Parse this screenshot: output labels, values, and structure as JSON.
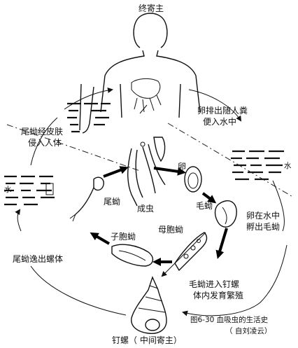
{
  "labels": {
    "definitive_host": "终寄主",
    "eggs_with_feces_1": "卵排出随人粪",
    "eggs_with_feces_2": "便入水中",
    "cercaria_penetrates_1": "尾蚴经皮肤",
    "cercaria_penetrates_2": "侵入人体",
    "egg": "卵",
    "adult": "成虫",
    "cercaria": "尾蚴",
    "miracidium": "毛蚴",
    "hatch_1": "卵在水中",
    "hatch_2": "孵出毛蚴",
    "daughter_sporocyst": "子胞蚴",
    "mother_sporocyst": "母胞蚴",
    "cercaria_leaves_snail": "尾蚴逸出螺体",
    "enters_snail_1": "毛蚴进入钉螺",
    "enters_snail_2": "体内发育繁殖",
    "snail_host": "钉螺（ 中间寄主）",
    "figure_caption": "图6-30   血吸虫的生活史",
    "figure_credit": "（ 自刘凌云）",
    "water_mark_left": "水",
    "water_mark_right": "水"
  },
  "colors": {
    "ink": "#111111",
    "background": "#ffffff"
  }
}
